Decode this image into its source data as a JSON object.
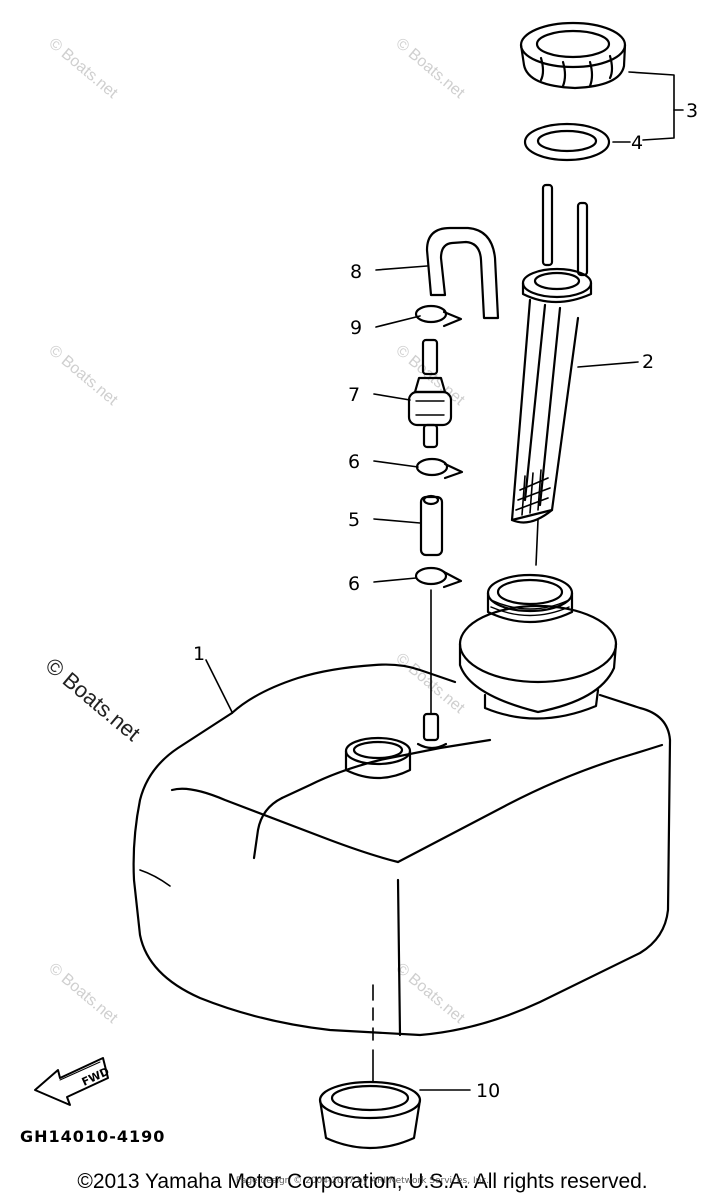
{
  "callouts": {
    "c1": "1",
    "c2": "2",
    "c3": "3",
    "c4": "4",
    "c5": "5",
    "c6a": "6",
    "c6b": "6",
    "c7": "7",
    "c8": "8",
    "c9": "9",
    "c10": "10"
  },
  "watermark": "© Boats.net",
  "fwd_label": "FWD",
  "part_code": "GH14010-4190",
  "copyright": "©2013 Yamaha Motor Corporation, U.S.A. All rights reserved.",
  "page_credit": "Page design © 2004-2017 by ARI Network Services, Inc."
}
